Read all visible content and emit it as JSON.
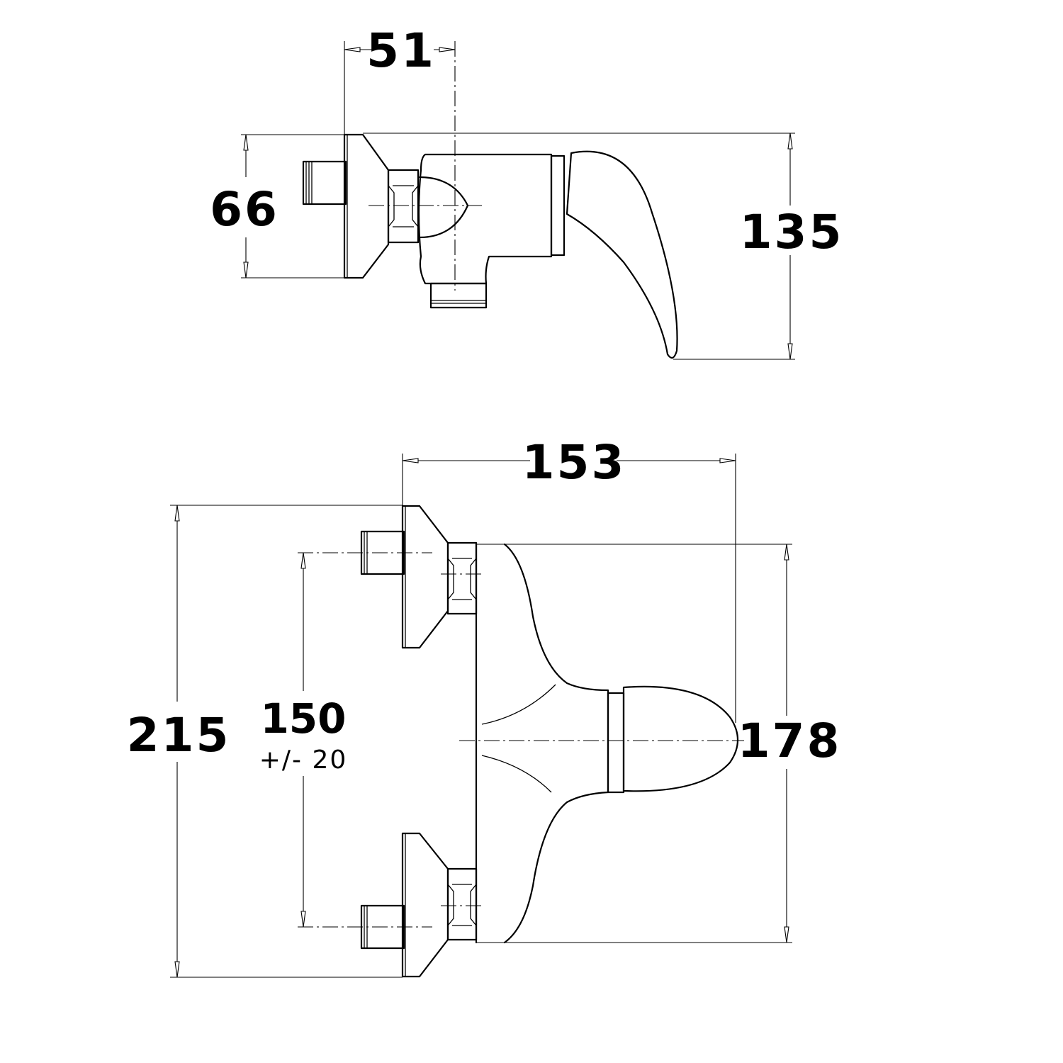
{
  "dimensions": {
    "top_view": {
      "offset": "51",
      "flange_height": "66",
      "total_depth": "135"
    },
    "front_view": {
      "projection": "153",
      "total_height": "215",
      "center_distance": "150",
      "center_tolerance": "+/- 20",
      "body_height": "178"
    }
  }
}
